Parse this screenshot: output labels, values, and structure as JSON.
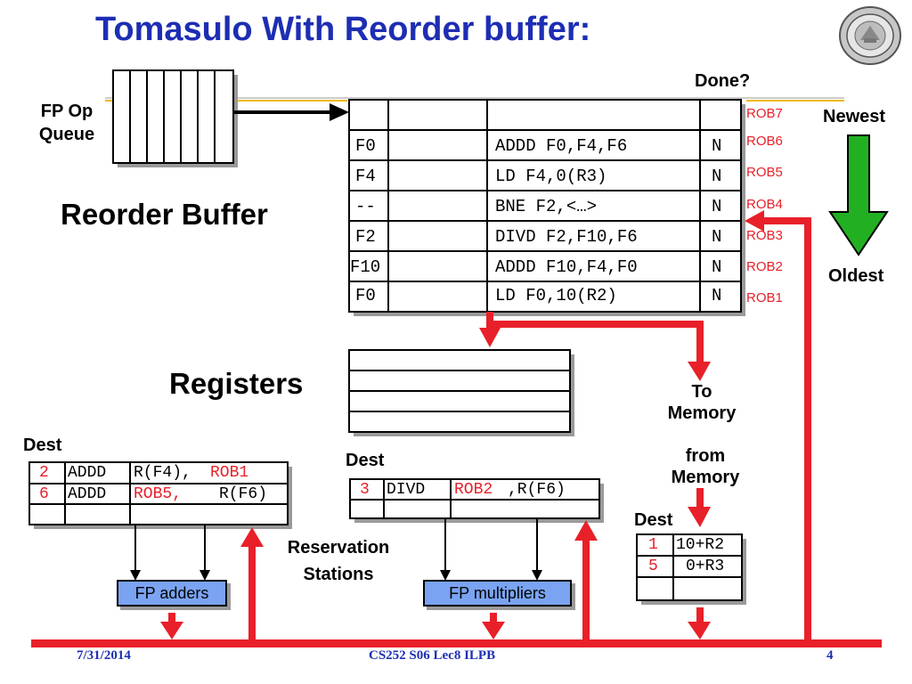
{
  "title": "Tomasulo With Reorder buffer:",
  "labels": {
    "fp_op_queue_line1": "FP Op",
    "fp_op_queue_line2": "Queue",
    "reorder_buffer": "Reorder Buffer",
    "done": "Done?",
    "newest": "Newest",
    "oldest": "Oldest",
    "registers": "Registers",
    "to_memory_line1": "To",
    "to_memory_line2": "Memory",
    "from_memory_line1": "from",
    "from_memory_line2": "Memory",
    "reservation_stations_line1": "Reservation",
    "reservation_stations_line2": "Stations",
    "dest_adders": "Dest",
    "dest_mult": "Dest",
    "dest_load": "Dest",
    "fp_adders": "FP adders",
    "fp_multipliers": "FP multipliers"
  },
  "rob": {
    "rows": [
      {
        "id": "ROB7",
        "dest": "",
        "instr": "",
        "done": ""
      },
      {
        "id": "ROB6",
        "dest": "F0",
        "instr": "ADDD F0,F4,F6",
        "done": "N"
      },
      {
        "id": "ROB5",
        "dest": "F4",
        "instr": "LD F4,0(R3)",
        "done": "N"
      },
      {
        "id": "ROB4",
        "dest": "--",
        "instr": "BNE F2,<…>",
        "done": "N"
      },
      {
        "id": "ROB3",
        "dest": "F2",
        "instr": "DIVD F2,F10,F6",
        "done": "N"
      },
      {
        "id": "ROB2",
        "dest": "F10",
        "instr": "ADDD F10,F4,F0",
        "done": "N"
      },
      {
        "id": "ROB1",
        "dest": "F0",
        "instr": "LD F0,10(R2)",
        "done": "N"
      }
    ]
  },
  "adder_rs": [
    {
      "dest": "2",
      "op": "ADDD",
      "src1": "R(F4),",
      "src2": "ROB1"
    },
    {
      "dest": "6",
      "op": "ADDD",
      "src1": "ROB5,",
      "src2": "R(F6)"
    }
  ],
  "mult_rs": [
    {
      "dest": "3",
      "op": "DIVD",
      "src1": "ROB2",
      "src2": ",R(F6)"
    }
  ],
  "load_buffers": [
    {
      "dest": "1",
      "addr": "10+R2"
    },
    {
      "dest": "5",
      "addr": "0+R3"
    }
  ],
  "footer": {
    "date": "7/31/2014",
    "course": "CS252 S06 Lec8 ILPB",
    "page": "4"
  },
  "colors": {
    "title": "#1d2eb3",
    "bus": "#e8202a",
    "arrow_green": "#22b022",
    "fu_fill": "#7aa3f2"
  },
  "icons": {
    "logo": "university-seal-icon"
  }
}
